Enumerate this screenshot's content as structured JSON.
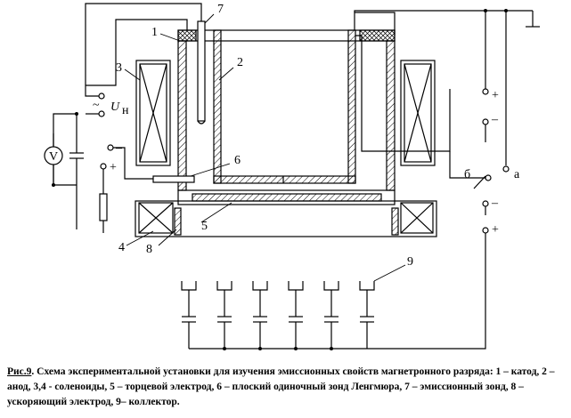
{
  "figure": {
    "labels": {
      "cathode": "1",
      "anode": "2",
      "solenoid_left": "3",
      "solenoid_right_bottom": "4",
      "end_electrode": "5",
      "flat_probe": "6",
      "emission_probe": "7",
      "accel_electrode": "8",
      "collector": "9",
      "switch_b": "б",
      "switch_a": "а",
      "voltmeter": "V",
      "heater_tilde": "~",
      "heater_voltage": "U",
      "heater_voltage_sub": "н",
      "plus_1": "+",
      "minus_1": "–",
      "plus_2": "+",
      "minus_2": "–",
      "minus_3": "–",
      "plus_3": "+"
    }
  },
  "caption": {
    "fig_label": "Рис.9",
    "text": ". Схема экспериментальной установки для изучения эмиссионных свойств магнетронного разряда: 1 – катод, 2 – анод, 3,4 - соленоиды, 5 – торцевой электрод, 6 – плоский одиночный зонд Ленгмюра, 7 – эмиссионный зонд, 8 – ускоряющий электрод, 9– коллектор."
  }
}
